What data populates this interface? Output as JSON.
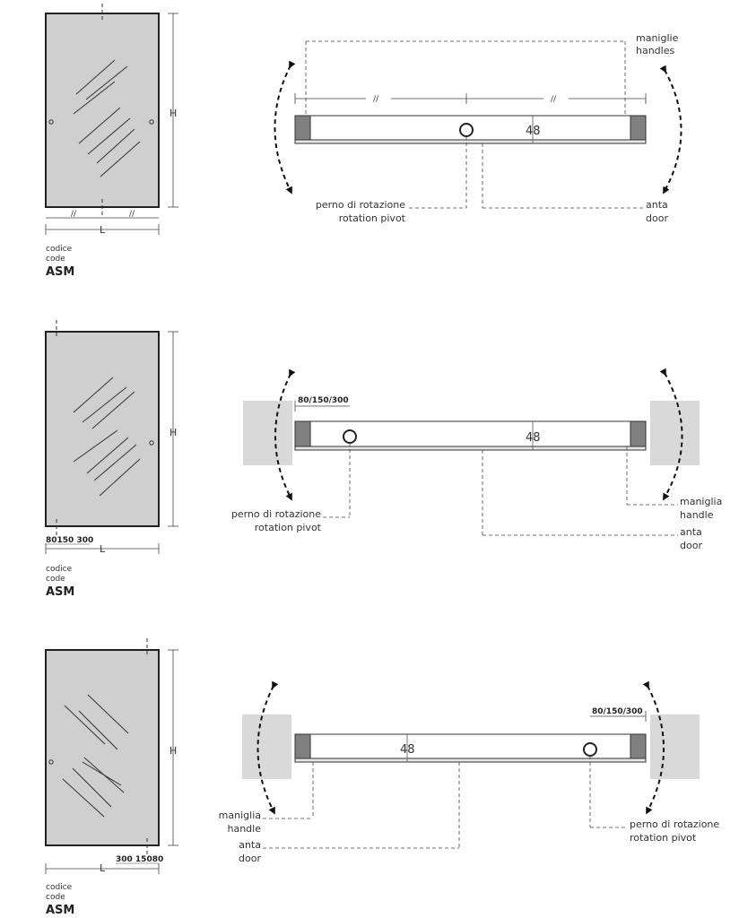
{
  "colors": {
    "glass": "#cfcfcf",
    "frame": "#222222",
    "handle": "#808080",
    "wall": "#d9d9d9",
    "line": "#444444"
  },
  "common": {
    "h_label": "H",
    "l_label": "L",
    "codice": "codice",
    "code": "code",
    "model": "ASM",
    "dim48": "48",
    "slash": "//"
  },
  "diagram1": {
    "maniglie": "maniglie",
    "handles": "handles",
    "perno": "perno di rotazione",
    "pivot": "rotation pivot",
    "anta": "anta",
    "door": "door"
  },
  "diagram2": {
    "offsets": "80/150/300",
    "bottom_dim": "80150 300",
    "perno": "perno di rotazione",
    "pivot": "rotation pivot",
    "maniglia": "maniglia",
    "handle": "handle",
    "anta": "anta",
    "door": "door"
  },
  "diagram3": {
    "offsets": "80/150/300",
    "bottom_dim": "300 15080",
    "maniglia": "maniglia",
    "handle": "handle",
    "anta": "anta",
    "door": "door",
    "perno": "perno di rotazione",
    "pivot": "rotation pivot"
  }
}
